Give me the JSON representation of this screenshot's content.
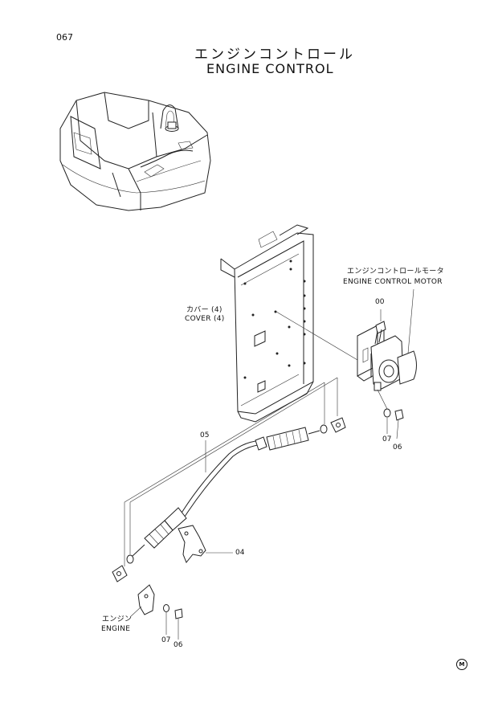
{
  "page_number": "067",
  "title_jp": "エンジンコントロール",
  "title_en": "ENGINE CONTROL",
  "labels": {
    "motor_jp": "エンジンコントロールモータ",
    "motor_en": "ENGINE CONTROL MOTOR",
    "cover_jp": "カバー (4)",
    "cover_en": "COVER (4)",
    "engine_jp": "エンジン",
    "engine_en": "ENGINE"
  },
  "callouts": {
    "p00": "00",
    "p04": "04",
    "p05": "05",
    "p06_upper": "06",
    "p07_upper": "07",
    "p06_lower": "06",
    "p07_lower": "07"
  },
  "mark": "M"
}
